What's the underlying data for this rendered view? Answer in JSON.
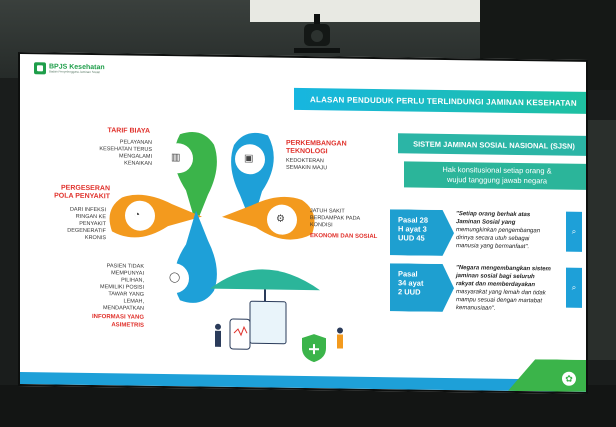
{
  "logo": {
    "name": "BPJS Kesehatan",
    "tagline": "Badan Penyelenggara Jaminan Sosial"
  },
  "title": "ALASAN PENDUDUK PERLU TERLINDUNGI JAMINAN KESEHATAN",
  "sjsn": "SISTEM JAMINAN SOSIAL NASIONAL (SJSN)",
  "hak": [
    "Hak konsitusional setiap orang &",
    "wujud tanggung jawab negara"
  ],
  "pasal": [
    {
      "lines": [
        "Pasal 28",
        "H ayat 3",
        "UUD 45"
      ],
      "quote": [
        "\"Setiap orang berhak atas",
        "Jaminan Sosial yang",
        "memungkinkan pengembangan",
        "dirinya  secara utuh sebagai",
        "manusia  yang bermanfaat\"."
      ]
    },
    {
      "lines": [
        "Pasal",
        "34 ayat",
        "2 UUD"
      ],
      "quote": [
        "\"Negara mengembangkan sistem",
        "jaminan sosial bagi seluruh",
        "rakyat dan memberdayakan",
        "masyarakat yang lemah dan tidak",
        "mampu sesuai dengan martabat",
        "kemanusiaan\"."
      ]
    }
  ],
  "reasons": [
    {
      "head": "TARIF BIAYA",
      "body": [
        "PELAYANAN",
        "KESEHATAN TERUS",
        "MENGALAMI",
        "KENAIKAN"
      ],
      "icon": "chart-icon"
    },
    {
      "head": "PERKEMBANGAN TEKNOLOGI",
      "body": [
        "KEDOKTERAN",
        "SEMAKIN MAJU"
      ],
      "icon": "briefcase-icon"
    },
    {
      "head": "PERGESERAN POLA PENYAKIT",
      "body": [
        "DARI INFEKSI",
        "RINGAN KE",
        "PENYAKIT",
        "DEGENERATIF",
        "KRONIS"
      ],
      "icon": "pie-icon"
    },
    {
      "head": "EKONOMI DAN SOSIAL",
      "body": [
        "JATUH SAKIT",
        "BERDAMPAK PADA",
        "KONDISI"
      ],
      "icon": "gear-icon"
    },
    {
      "head": "INFORMASI YANG ASIMETRIS",
      "body": [
        "PASIEN TIDAK",
        "MEMPUNYAI",
        "PILIHAN,",
        "MEMILIKI POSISI",
        "TAWAR YANG",
        "LEMAH,",
        "MENDAPATKAN"
      ],
      "icon": "bulb-icon"
    }
  ],
  "colors": {
    "green": "#3bb44a",
    "blue": "#1ea0d8",
    "orange": "#f39a1e",
    "teal": "#2bb59a",
    "red": "#e0312b"
  }
}
